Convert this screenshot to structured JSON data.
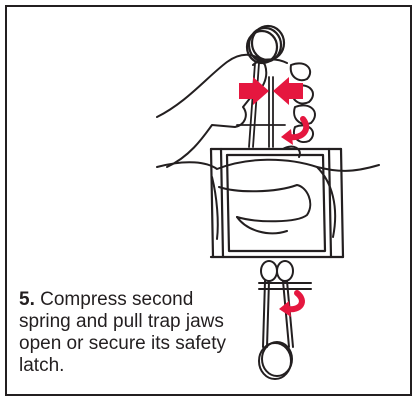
{
  "instruction": {
    "step_number": "5.",
    "text": "Compress second spring and pull trap jaws open or secure its safety latch."
  },
  "illustration": {
    "subject": "hand-compressing-trap-spring",
    "arrow_color": "#e5173f",
    "line_color": "#231f20"
  }
}
